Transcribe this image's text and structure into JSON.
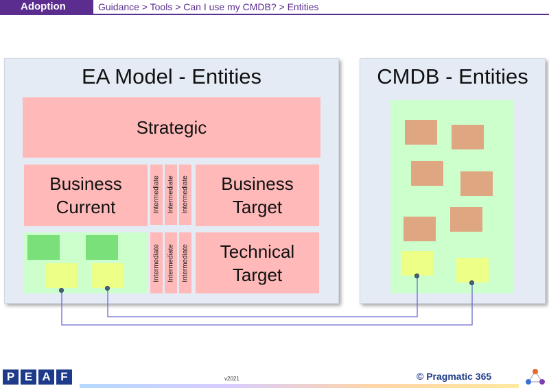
{
  "header": {
    "section": "Adoption",
    "breadcrumb": "Guidance > Tools > Can I use my CMDB? > Entities"
  },
  "ea_model": {
    "title": "EA Model - Entities",
    "strategic": "Strategic",
    "business_current": "Business Current",
    "business_target": "Business Target",
    "technical_target": "Technical Target",
    "intermediate_label": "Intermediate"
  },
  "cmdb": {
    "title": "CMDB - Entities"
  },
  "footer": {
    "logo_letters": [
      "P",
      "E",
      "A",
      "F"
    ],
    "version": "v2021",
    "copyright": "© Pragmatic 365"
  },
  "colors": {
    "brand_purple": "#5b2d8e",
    "panel_bg": "#e4ebf5",
    "entity_pink": "#ffb9b9",
    "cmdb_green": "#ccffcc",
    "entity_green": "#7ae07a",
    "entity_yellow": "#eeff88",
    "entity_orange": "#dfa682",
    "logo_blue": "#1e3a8a"
  }
}
